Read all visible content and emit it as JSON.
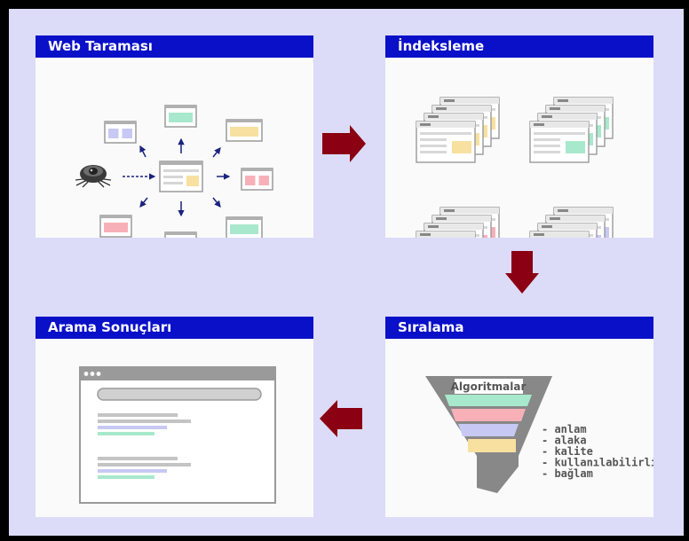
{
  "panels": {
    "crawl": {
      "title": "Web Taraması"
    },
    "index": {
      "title": "İndeksleme"
    },
    "ranking": {
      "title": "Sıralama",
      "funnel_label": "Algoritmalar",
      "criteria": [
        "- anlam",
        "- alaka",
        "- kalite",
        "- kullanılabilirlik",
        "- bağlam"
      ]
    },
    "results": {
      "title": "Arama Sonuçları"
    }
  },
  "colors": {
    "background": "#dcdcf8",
    "header": "#0a10c8",
    "arrow": "#8b0012",
    "blue_block": "#c8c8f4",
    "green_block": "#a8e8cc",
    "yellow_block": "#f8e0a0",
    "red_block": "#f8b0b8"
  },
  "icons": [
    "spider-icon",
    "web-page-icon",
    "browser-window-icon",
    "funnel-icon",
    "flow-arrow-icon"
  ]
}
